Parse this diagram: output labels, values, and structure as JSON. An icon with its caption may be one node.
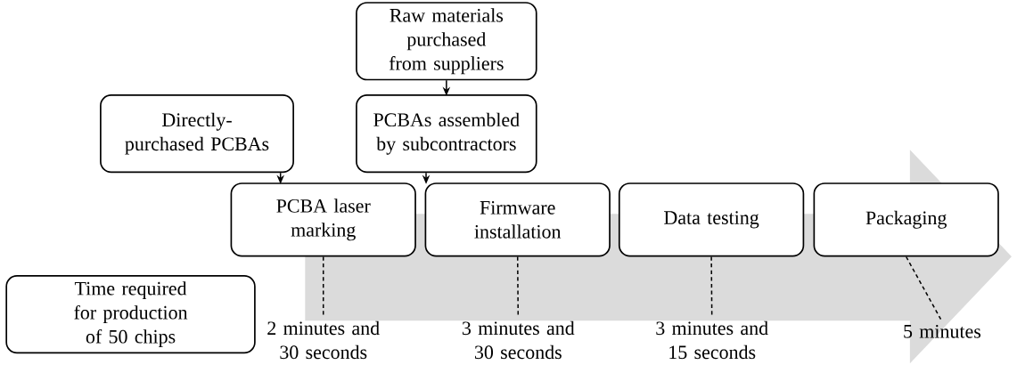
{
  "diagram": {
    "nodes": [
      {
        "text": [
          "Raw materials purchased from suppliers"
        ]
      },
      {
        "text": [
          "Directly-purchased PCBAs"
        ]
      },
      {
        "text": [
          "PCBAs assembled by subcontractors"
        ]
      },
      {
        "text": [
          "PCBA laser marking"
        ]
      },
      {
        "text": [
          "Firmware installation"
        ]
      },
      {
        "text": [
          "Data testing"
        ]
      },
      {
        "text": [
          "Packaging"
        ]
      },
      {
        "text": [
          "Time required for production of 50 chips"
        ]
      },
      {
        "text": [
          "2 minutes and 30 seconds"
        ]
      },
      {
        "text": [
          "3 minutes and 30 seconds"
        ]
      },
      {
        "text": [
          "3 minutes and 15 seconds"
        ]
      },
      {
        "text": [
          "5 minutes"
        ]
      }
    ],
    "edges": [
      {
        "from": 0,
        "to": 2,
        "arrow": "to"
      },
      {
        "from": 1,
        "to": 3,
        "arrow": "to"
      },
      {
        "from": 2,
        "to": 3,
        "arrow": "to"
      },
      {
        "from": 3,
        "to": 8,
        "arrow": "none",
        "style": "dashed"
      },
      {
        "from": 4,
        "to": 9,
        "arrow": "none",
        "style": "dashed"
      },
      {
        "from": 5,
        "to": 10,
        "arrow": "none",
        "style": "dashed"
      },
      {
        "from": 6,
        "to": 11,
        "arrow": "none",
        "style": "dashed"
      }
    ]
  }
}
